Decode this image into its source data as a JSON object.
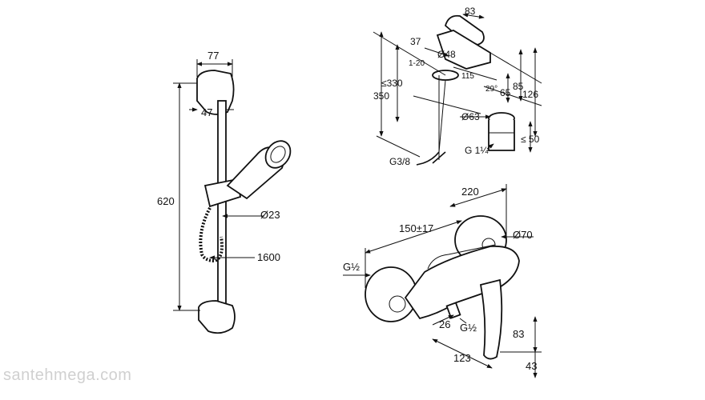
{
  "watermark": "santehmega.com",
  "shower_set": {
    "dims": [
      "77",
      "47",
      "620",
      "Ø23",
      "1600"
    ]
  },
  "basin_mixer": {
    "dims": [
      "83",
      "37",
      "Ø48",
      "1-20",
      "115",
      "≤330",
      "350",
      "29°",
      "65",
      "85",
      "126",
      "Ø63",
      "≤ 50",
      "G 1¼",
      "G3/8"
    ]
  },
  "shower_mixer": {
    "dims": [
      "220",
      "150±17",
      "Ø70",
      "G½",
      "26",
      "G½",
      "83",
      "123",
      "43"
    ]
  }
}
